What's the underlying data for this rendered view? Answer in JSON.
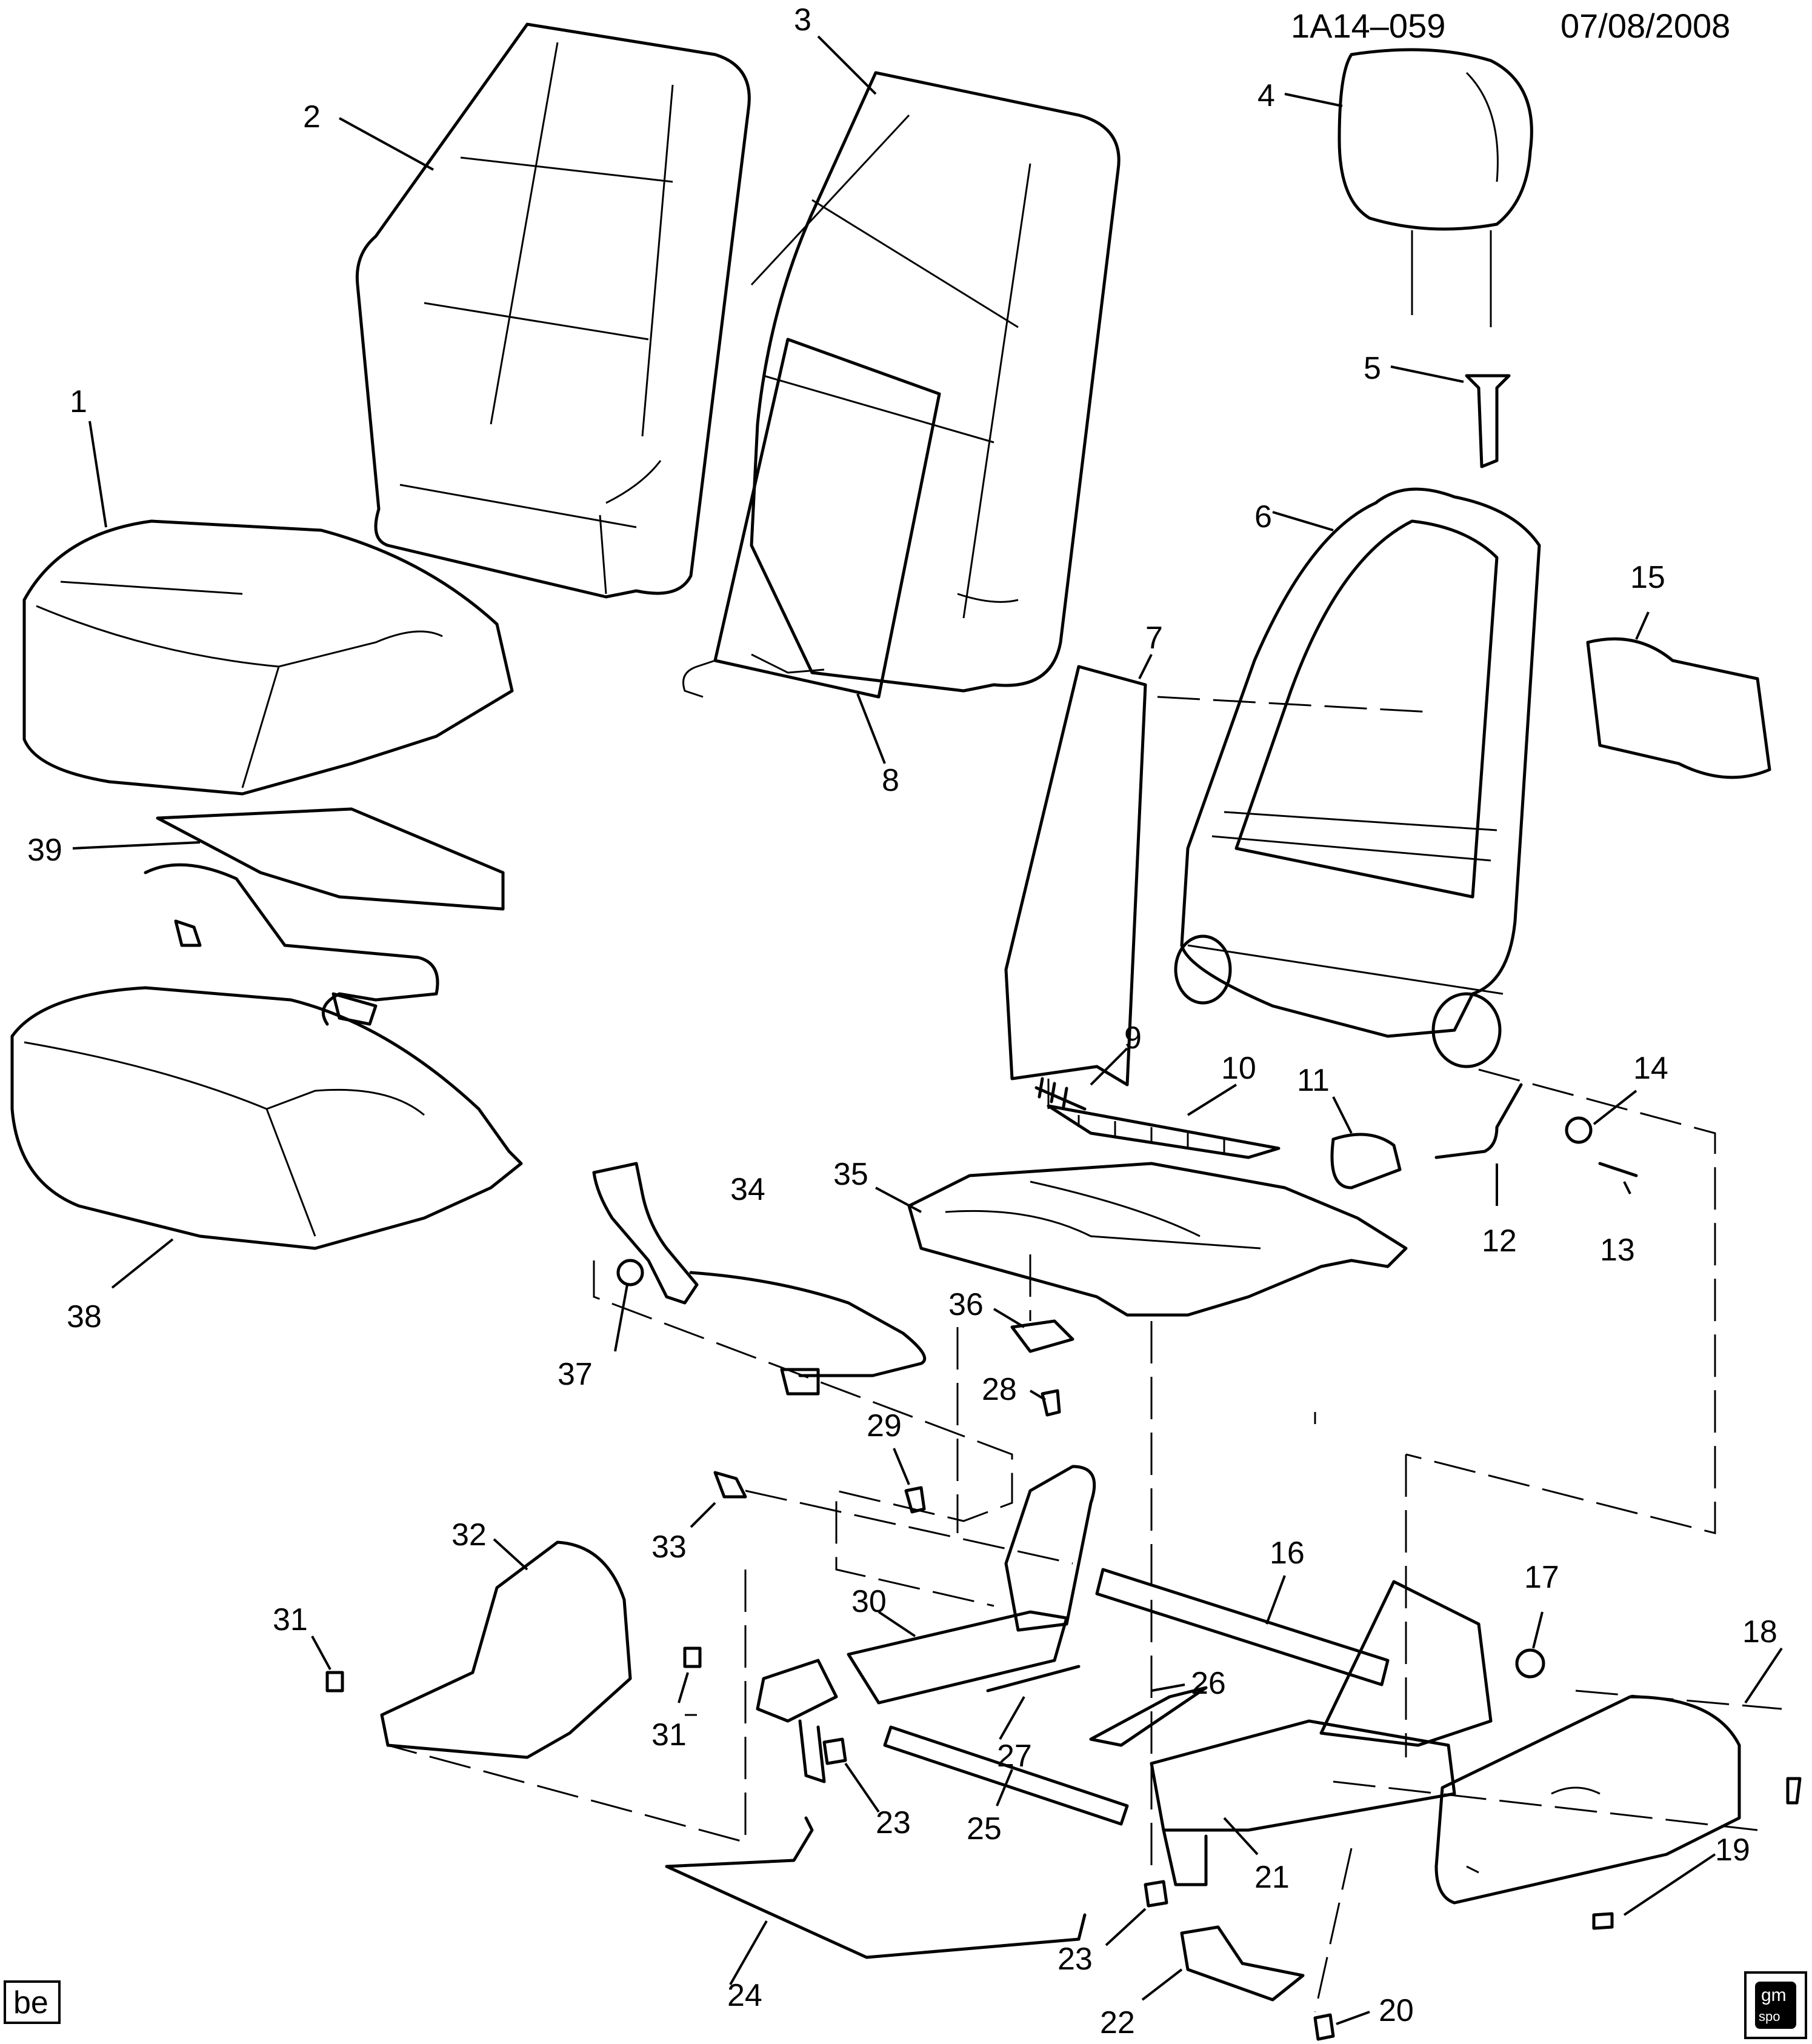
{
  "header": {
    "code": "1A14–059",
    "date": "07/08/2008"
  },
  "callouts": {
    "c1": "1",
    "c2": "2",
    "c3": "3",
    "c4": "4",
    "c5": "5",
    "c6": "6",
    "c7": "7",
    "c8": "8",
    "c9": "9",
    "c10": "10",
    "c11": "11",
    "c12": "12",
    "c13": "13",
    "c14": "14",
    "c15": "15",
    "c16": "16",
    "c17": "17",
    "c18": "18",
    "c19": "19",
    "c20": "20",
    "c21": "21",
    "c22": "22",
    "c23a": "23",
    "c23b": "23",
    "c24": "24",
    "c25": "25",
    "c26": "26",
    "c27": "27",
    "c28": "28",
    "c29": "29",
    "c30": "30",
    "c31a": "31",
    "c31b": "31",
    "c32": "32",
    "c33": "33",
    "c34": "34",
    "c35": "35",
    "c36": "36",
    "c37": "37",
    "c38": "38",
    "c39": "39"
  },
  "badges": {
    "left": "be",
    "right_top": "gm",
    "right_bottom": "spo"
  }
}
